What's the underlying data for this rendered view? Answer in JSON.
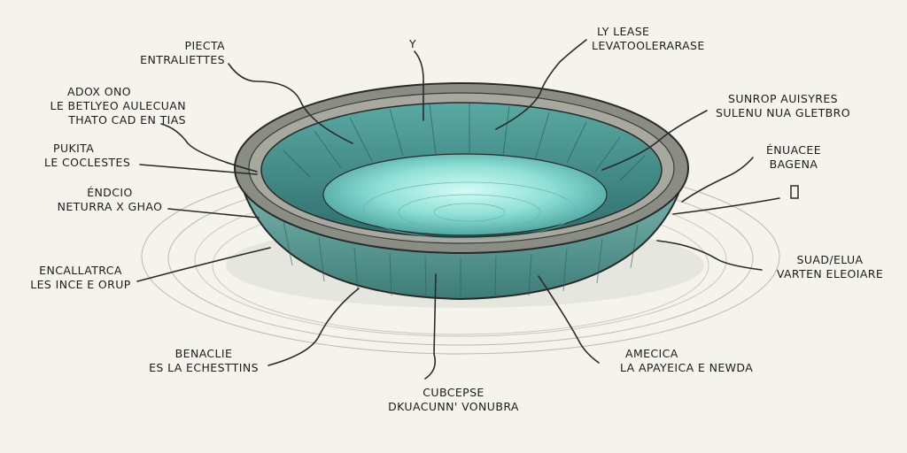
{
  "diagram": {
    "labels": [
      {
        "id": "piecta",
        "lines": [
          "PIECTA",
          "ENTRALIETTES"
        ]
      },
      {
        "id": "adox",
        "lines": [
          "ADOX ONO",
          "LE BETLYEO AULECUAN",
          "THATO CAD EN TIAS"
        ]
      },
      {
        "id": "pukita",
        "lines": [
          "PUKITA",
          "LE COCLESTES"
        ]
      },
      {
        "id": "endcio",
        "lines": [
          "ÉNDCIO",
          "NETURRA X GHAO"
        ]
      },
      {
        "id": "encallatrca",
        "lines": [
          "ENCALLATRCA",
          "LES INCE E ORUP"
        ]
      },
      {
        "id": "benaclie",
        "lines": [
          "BENACLIE",
          "ES LA ECHESTTINS"
        ]
      },
      {
        "id": "top-mark",
        "lines": [
          "Y"
        ]
      },
      {
        "id": "ly-lease",
        "lines": [
          "LY LEASE",
          "LEVATOOLERARASE"
        ]
      },
      {
        "id": "sunrop",
        "lines": [
          "SUNROP AUISYRES",
          "SULENU NUA GLETBRO"
        ]
      },
      {
        "id": "enuacee",
        "lines": [
          "ÉNUACEE",
          "BAGENA"
        ]
      },
      {
        "id": "suad",
        "lines": [
          "SUAD/ELUA",
          "VARTEN ELEOIARE"
        ]
      },
      {
        "id": "amecica",
        "lines": [
          "AMECICA",
          "LA APAYEICA E NEWDA"
        ]
      },
      {
        "id": "cubcepse",
        "lines": [
          "CUBCEPSE",
          "DKUACUNN' VONUBRA"
        ]
      }
    ],
    "colors": {
      "ink": "#2a2a2a",
      "rim": "#8a8d84",
      "teal_dark": "#4f9c98",
      "teal_mid": "#7ac7c0",
      "teal_light": "#bff0e8",
      "paper": "#f4f3ec"
    }
  }
}
